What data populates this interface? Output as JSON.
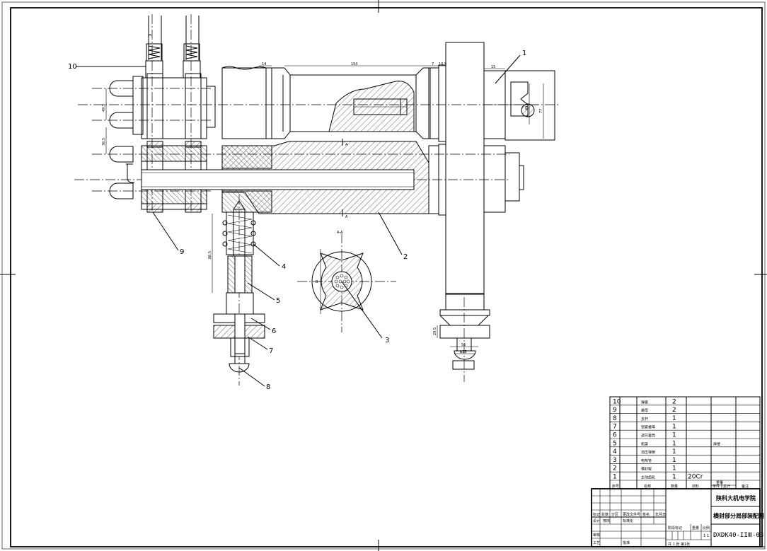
{
  "drawing": {
    "callouts": [
      "1",
      "2",
      "3",
      "4",
      "5",
      "6",
      "7",
      "8",
      "9",
      "10"
    ],
    "section_mark": "A-A",
    "section_letter": "A",
    "dimensions": {
      "d14": "14",
      "d154": "154",
      "d7": "7",
      "d10_5": "10.5",
      "d15": "15",
      "d49": "49",
      "d77": "77",
      "d49_5": "49.5",
      "d36_5": "36.5",
      "d86_5": "86.5",
      "d29_5": "29.5",
      "d56": "56",
      "d15b": "ϕ15",
      "dB": "B"
    }
  },
  "parts_list": {
    "rows": [
      {
        "no": "10",
        "name": "弹簧",
        "qty": "2",
        "material": "",
        "note": ""
      },
      {
        "no": "9",
        "name": "螺母",
        "qty": "2",
        "material": "",
        "note": ""
      },
      {
        "no": "8",
        "name": "支杆",
        "qty": "1",
        "material": "",
        "note": ""
      },
      {
        "no": "7",
        "name": "锁紧螺母",
        "qty": "1",
        "material": "",
        "note": ""
      },
      {
        "no": "6",
        "name": "调节套筒",
        "qty": "1",
        "material": "",
        "note": ""
      },
      {
        "no": "5",
        "name": "机架",
        "qty": "1",
        "material": "",
        "note": "焊接"
      },
      {
        "no": "4",
        "name": "加压弹簧",
        "qty": "1",
        "material": "",
        "note": ""
      },
      {
        "no": "3",
        "name": "电热管",
        "qty": "1",
        "material": "",
        "note": ""
      },
      {
        "no": "2",
        "name": "横封辊",
        "qty": "1",
        "material": "",
        "note": ""
      },
      {
        "no": "1",
        "name": "主动齿轮",
        "qty": "1",
        "material": "20Cr",
        "note": ""
      }
    ],
    "header": {
      "no": "序号",
      "name": "名称",
      "qty": "数量",
      "material": "材料",
      "unit_weight": "单件",
      "total_weight": "总计",
      "weight": "重量",
      "note": "备注"
    }
  },
  "title_block": {
    "school": "陕科大机电学院",
    "drawing_title": "横封部分局部装配图",
    "drawing_no": "DXDK40-IIⅢ-03",
    "sheet": "共 1 张  第1张",
    "stage_mark": "阶段标记",
    "weight": "重量",
    "scale": "比例",
    "scale_value": "1:1",
    "row_labels": [
      "标记",
      "处数",
      "分区",
      "更改文件号",
      "签名",
      "年月日"
    ],
    "design": "设计",
    "std": "标准化",
    "review": "审核",
    "process": "工艺",
    "approve": "批准",
    "person": "邢庆"
  }
}
